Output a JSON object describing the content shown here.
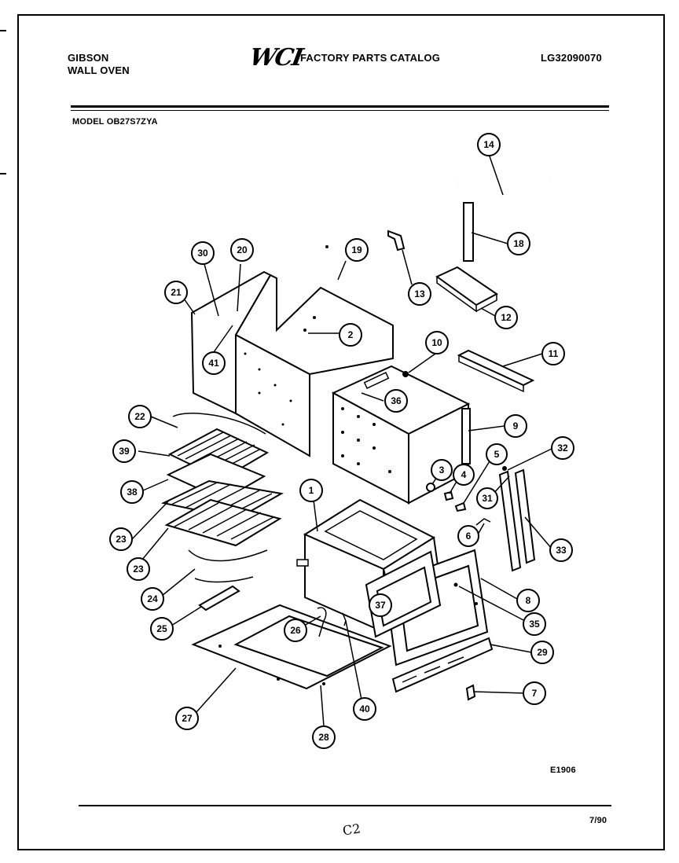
{
  "header": {
    "brand_line1": "GIBSON",
    "brand_line2": "WALL OVEN",
    "logo_text": "WCI",
    "catalog_title": "FACTORY PARTS CATALOG",
    "doc_id": "LG32090070",
    "model": "MODEL OB27S7ZYA"
  },
  "footer": {
    "diagram_code": "E1906",
    "page_mark": "C2",
    "date": "7/90"
  },
  "callouts": [
    "1",
    "2",
    "3",
    "4",
    "5",
    "6",
    "7",
    "8",
    "9",
    "10",
    "11",
    "12",
    "13",
    "14",
    "18",
    "19",
    "20",
    "21",
    "22",
    "23",
    "23",
    "24",
    "25",
    "26",
    "27",
    "28",
    "29",
    "30",
    "31",
    "32",
    "33",
    "35",
    "36",
    "37",
    "38",
    "39",
    "40",
    "41"
  ]
}
